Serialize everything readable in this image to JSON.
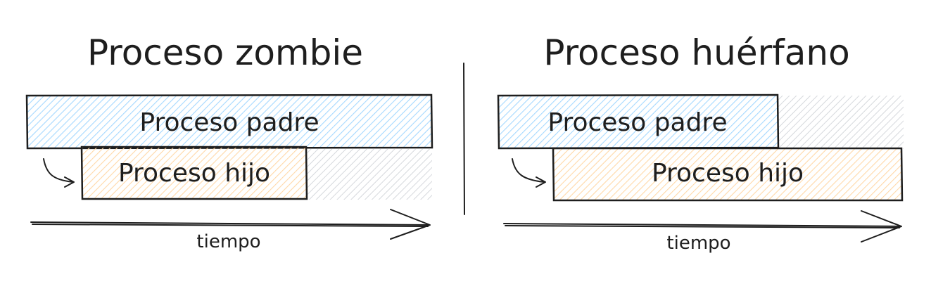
{
  "colors": {
    "parent": "#a5d8ff",
    "child": "#ffd8a8",
    "gone": "#ced4da",
    "ink": "#1e1e1e"
  },
  "zombie": {
    "title": "Proceso zombie",
    "parent_label": "Proceso padre",
    "child_label": "Proceso hijo",
    "time_label": "tiempo"
  },
  "orphan": {
    "title": "Proceso huérfano",
    "parent_label": "Proceso padre",
    "child_label": "Proceso hijo",
    "time_label": "tiempo"
  }
}
